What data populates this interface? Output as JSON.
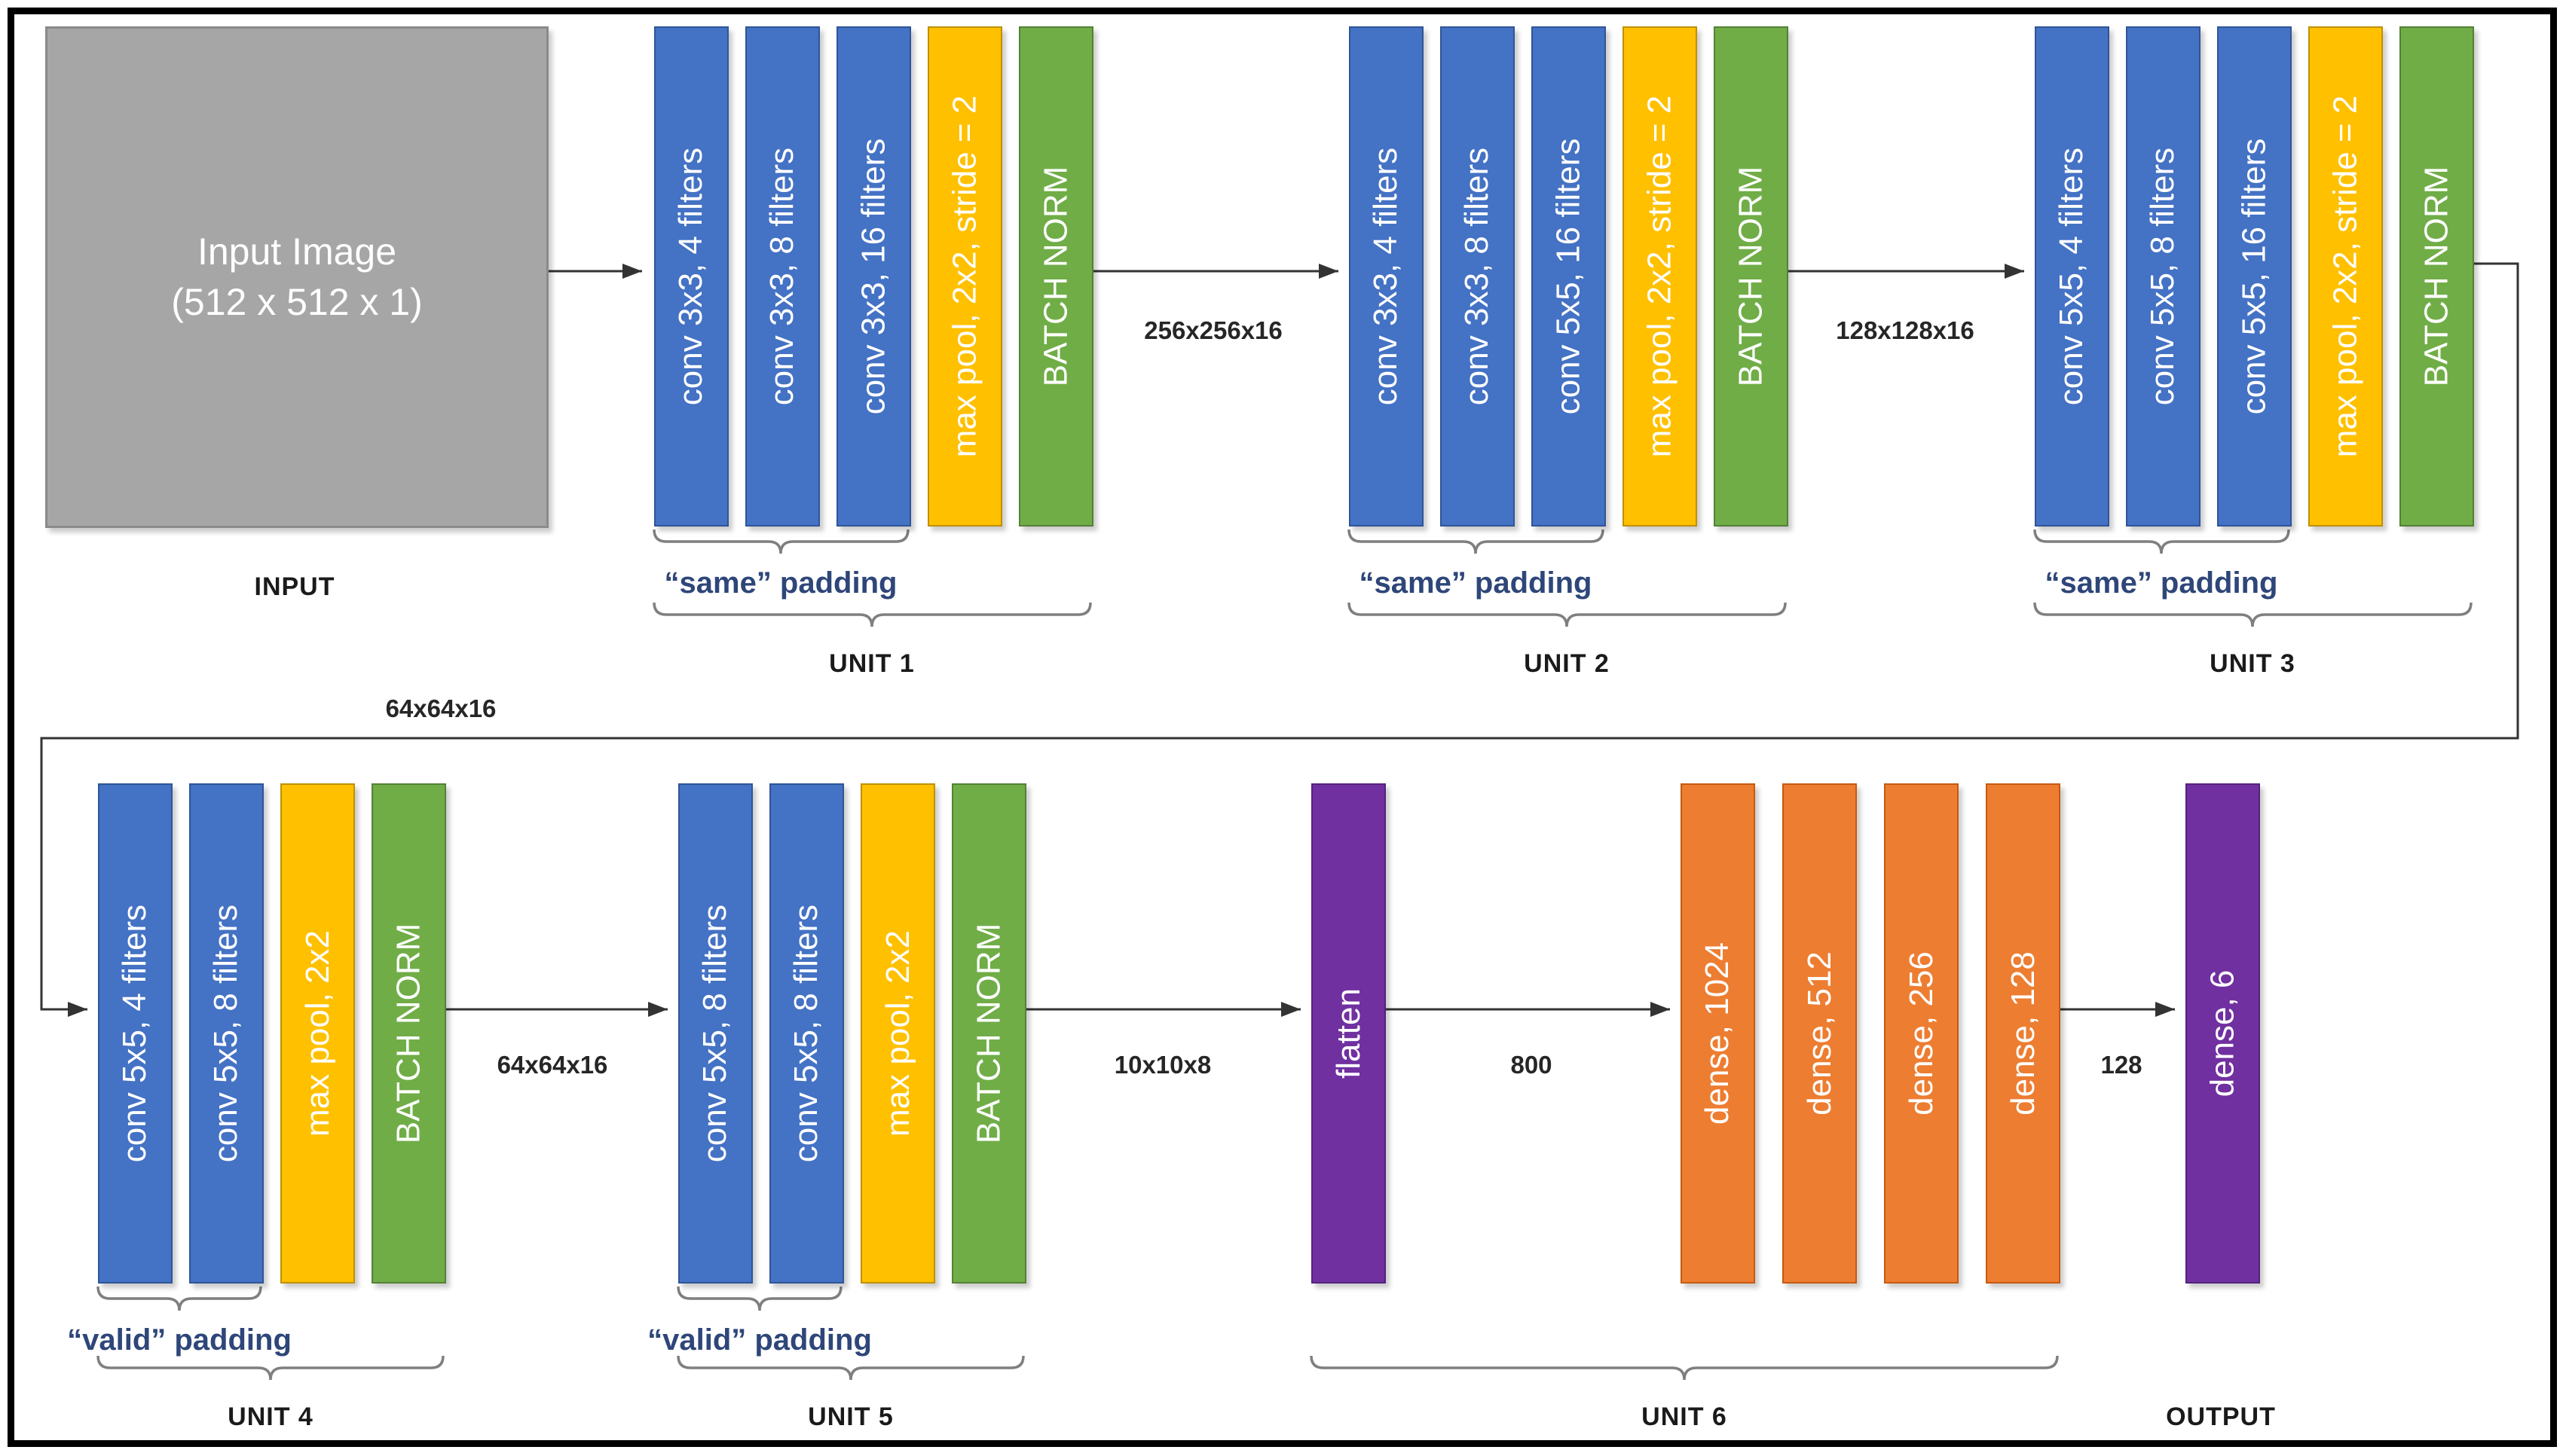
{
  "input_box": {
    "line1": "Input Image",
    "line2": "(512 x 512 x 1)",
    "caption": "INPUT"
  },
  "units": [
    {
      "name": "UNIT 1",
      "padding": "“same” padding",
      "layers": [
        "conv 3x3, 4 filters",
        "conv 3x3, 8 filters",
        "conv 3x3, 16 filters",
        "max pool, 2x2, stride = 2",
        "BATCH NORM"
      ]
    },
    {
      "name": "UNIT 2",
      "padding": "“same” padding",
      "layers": [
        "conv 3x3, 4 filters",
        "conv 3x3, 8 filters",
        "conv 5x5, 16 filters",
        "max pool, 2x2, stride = 2",
        "BATCH NORM"
      ]
    },
    {
      "name": "UNIT 3",
      "padding": "“same” padding",
      "layers": [
        "conv 5x5, 4 filters",
        "conv 5x5, 8 filters",
        "conv 5x5, 16 filters",
        "max pool, 2x2, stride = 2",
        "BATCH NORM"
      ]
    },
    {
      "name": "UNIT 4",
      "padding": "“valid” padding",
      "layers": [
        "conv 5x5, 4 filters",
        "conv 5x5, 8 filters",
        "max pool, 2x2",
        "BATCH NORM"
      ]
    },
    {
      "name": "UNIT 5",
      "padding": "“valid” padding",
      "layers": [
        "conv 5x5, 8 filters",
        "conv 5x5, 8 filters",
        "max pool, 2x2",
        "BATCH NORM"
      ]
    },
    {
      "name": "UNIT 6",
      "layers": [
        "dense, 1024",
        "dense, 512",
        "dense, 256",
        "dense, 128"
      ]
    }
  ],
  "flatten": {
    "label": "flatten"
  },
  "output": {
    "label": "dense, 6",
    "caption": "OUTPUT"
  },
  "edges": {
    "unit1_to_unit2": "256x256x16",
    "unit2_to_unit3": "128x128x16",
    "unit3_to_unit4": "64x64x16",
    "unit4_to_unit5": "64x64x16",
    "unit5_to_flatten": "10x10x8",
    "flatten_to_dense": "800",
    "dense_to_output": "128"
  },
  "colors": {
    "conv": "#4472c4",
    "pool": "#ffc000",
    "batchnorm": "#70ad47",
    "dense": "#ed7d31",
    "flatten_output": "#7030a0",
    "input_box": "#a6a6a6",
    "padding_text": "#2e4679",
    "arrow": "#333333",
    "brace": "#7f7f7f"
  }
}
